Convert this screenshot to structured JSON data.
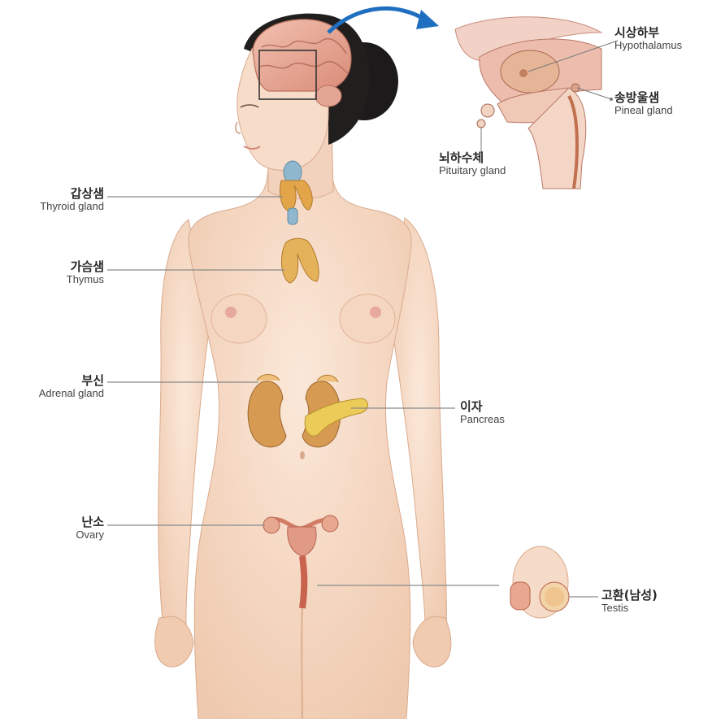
{
  "colors": {
    "skin": "#f6dcc8",
    "skin_shade": "#e9bfa3",
    "hair": "#1c1a1a",
    "brain": "#e8a897",
    "thyroid": "#8fb8cf",
    "gland_yellow": "#e4b25a",
    "kidney": "#d79a52",
    "ovary": "#e09a86",
    "arrow": "#1f6fc0",
    "leader_line": "#7a7a7a"
  },
  "labels": {
    "hypothalamus": {
      "ko": "시상하부",
      "en": "Hypothalamus"
    },
    "pineal": {
      "ko": "송방울샘",
      "en": "Pineal gland"
    },
    "pituitary": {
      "ko": "뇌하수체",
      "en": "Pituitary gland"
    },
    "thyroid": {
      "ko": "갑상샘",
      "en": "Thyroid gland"
    },
    "thymus": {
      "ko": "가슴샘",
      "en": "Thymus"
    },
    "adrenal": {
      "ko": "부신",
      "en": "Adrenal gland"
    },
    "pancreas": {
      "ko": "이자",
      "en": "Pancreas"
    },
    "ovary": {
      "ko": "난소",
      "en": "Ovary"
    },
    "testis": {
      "ko": "고환(남성)",
      "en": "Testis"
    }
  }
}
